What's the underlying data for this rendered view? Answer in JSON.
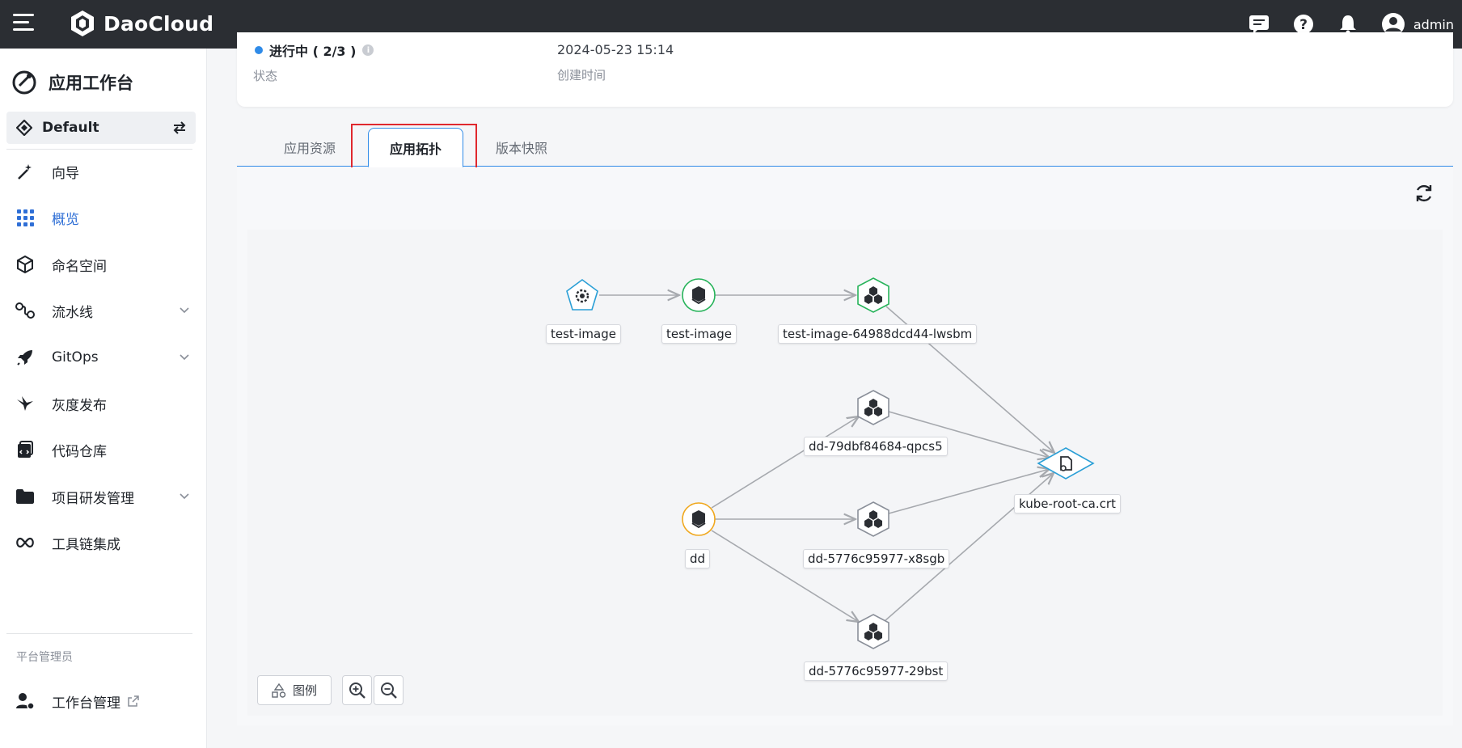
{
  "topbar": {
    "brand": "DaoCloud",
    "username": "admin",
    "icons": [
      "message-icon",
      "help-icon",
      "bell-icon",
      "user-avatar-icon"
    ]
  },
  "sidebar": {
    "title": "应用工作台",
    "workspace": "Default",
    "items": [
      {
        "label": "向导",
        "icon": "wand-icon"
      },
      {
        "label": "概览",
        "icon": "grid-icon",
        "active": true
      },
      {
        "label": "命名空间",
        "icon": "cube-icon"
      },
      {
        "label": "流水线",
        "icon": "pipeline-icon",
        "expandable": true
      },
      {
        "label": "GitOps",
        "icon": "rocket-icon",
        "expandable": true
      },
      {
        "label": "灰度发布",
        "icon": "bird-icon"
      },
      {
        "label": "代码仓库",
        "icon": "repo-icon"
      },
      {
        "label": "项目研发管理",
        "icon": "folder-icon",
        "expandable": true
      },
      {
        "label": "工具链集成",
        "icon": "infinity-icon"
      }
    ],
    "section_title": "平台管理员",
    "admin_item": "工作台管理"
  },
  "summary": {
    "status_value": "进行中 ( 2/3 )",
    "status_label": "状态",
    "created_value": "2024-05-23 15:14",
    "created_label": "创建时间"
  },
  "tabs": [
    {
      "label": "应用资源",
      "active": false
    },
    {
      "label": "应用拓扑",
      "active": true
    },
    {
      "label": "版本快照",
      "active": false
    }
  ],
  "topology": {
    "nodes": [
      {
        "id": "n1",
        "label": "test-image",
        "kind": "pentagon",
        "color": "#2a9fd6"
      },
      {
        "id": "n2",
        "label": "test-image",
        "kind": "circle",
        "color": "#27b35a"
      },
      {
        "id": "n3",
        "label": "test-image-64988dcd44-lwsbm",
        "kind": "hexagon",
        "color": "#27b35a"
      },
      {
        "id": "n4",
        "label": "dd-79dbf84684-qpcs5",
        "kind": "hexagon",
        "color": "#8a8f99"
      },
      {
        "id": "n5",
        "label": "dd",
        "kind": "circle",
        "color": "#f0a81e"
      },
      {
        "id": "n6",
        "label": "dd-5776c95977-x8sgb",
        "kind": "hexagon",
        "color": "#8a8f99"
      },
      {
        "id": "n7",
        "label": "dd-5776c95977-29bst",
        "kind": "hexagon",
        "color": "#8a8f99"
      },
      {
        "id": "n8",
        "label": "kube-root-ca.crt",
        "kind": "diamond",
        "color": "#2a9fd6"
      }
    ],
    "legend_label": "图例",
    "zoom_in": "zoom-in-icon",
    "zoom_out": "zoom-out-icon"
  },
  "colors": {
    "accent": "#2f8be8",
    "highlight": "#e0282e",
    "topbar": "#2b2e33"
  }
}
